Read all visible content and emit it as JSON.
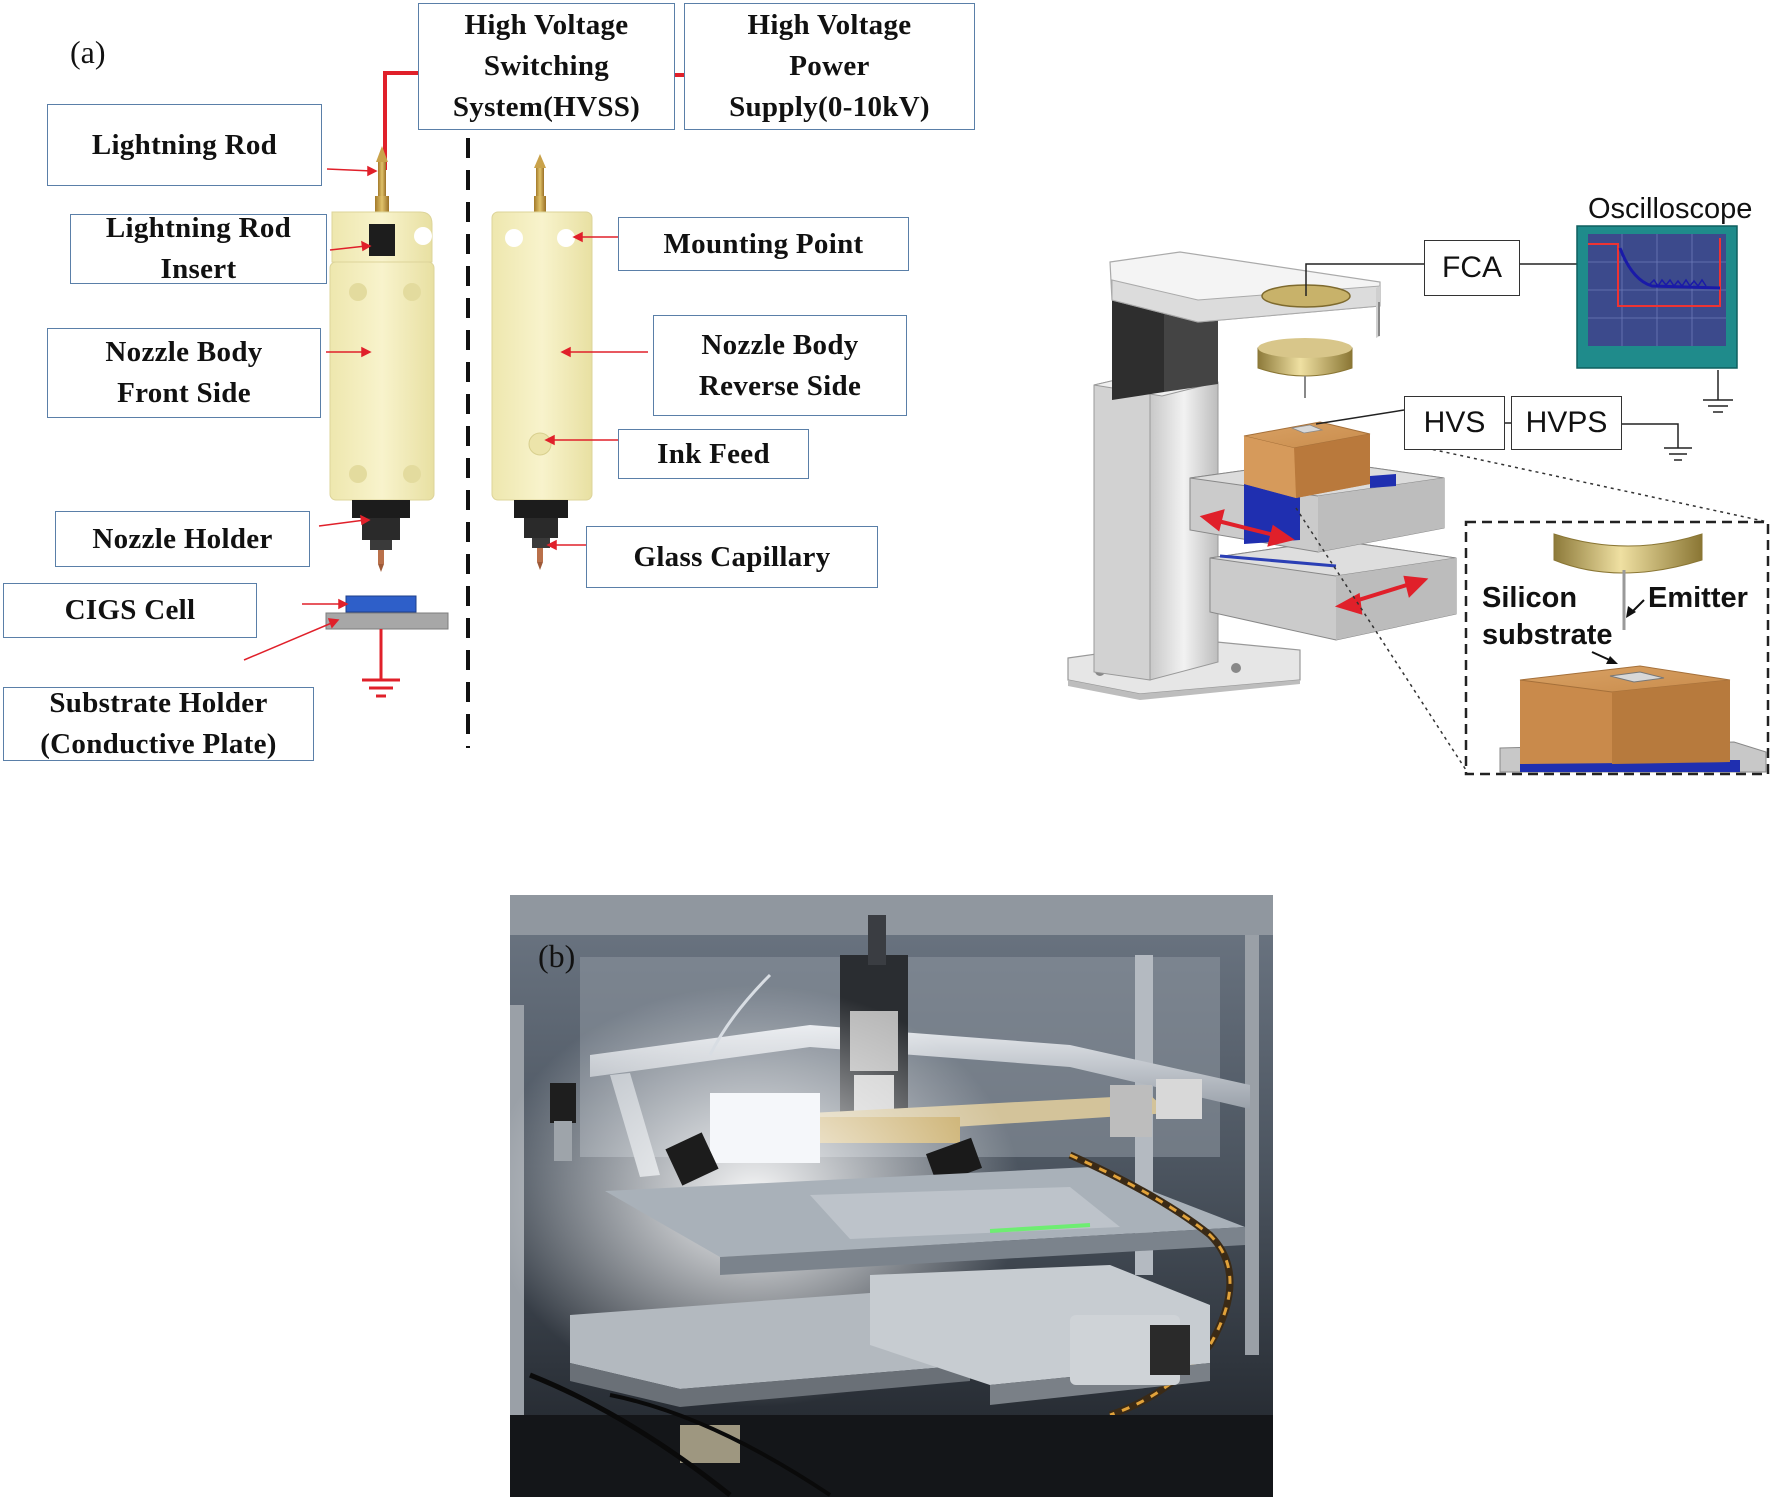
{
  "panel_a": {
    "letter": "(a)",
    "labels": {
      "hvss": "High Voltage\nSwitching\nSystem(HVSS)",
      "hvps": "High Voltage\nPower\nSupply(0-10kV)",
      "lightning_rod": "Lightning  Rod",
      "lightning_rod_insert": "Lightning  Rod\nInsert",
      "mounting_point": "Mounting Point",
      "nozzle_front": "Nozzle Body\nFront Side",
      "nozzle_reverse": "Nozzle Body\nReverse Side",
      "ink_feed": "Ink Feed",
      "nozzle_holder": "Nozzle Holder",
      "glass_capillary": "Glass Capillary",
      "cigs_cell": "CIGS Cell",
      "substrate_holder": "Substrate Holder\n(Conductive  Plate)"
    }
  },
  "panel_schematic": {
    "oscilloscope": "Oscilloscope",
    "fca": "FCA",
    "hvs": "HVS",
    "hvps": "HVPS",
    "silicon_substrate": "Silicon\nsubstrate",
    "emitter": "Emitter"
  },
  "panel_b": {
    "letter": "(b)"
  },
  "colors": {
    "label_border": "#5a7fa8",
    "wire_red": "#e0202a",
    "nozzle_body": "#f3eebc",
    "copper": "#d79a5a",
    "cigs_blue": "#2e5fc9",
    "oscilloscope_teal": "#1f8b8b"
  }
}
